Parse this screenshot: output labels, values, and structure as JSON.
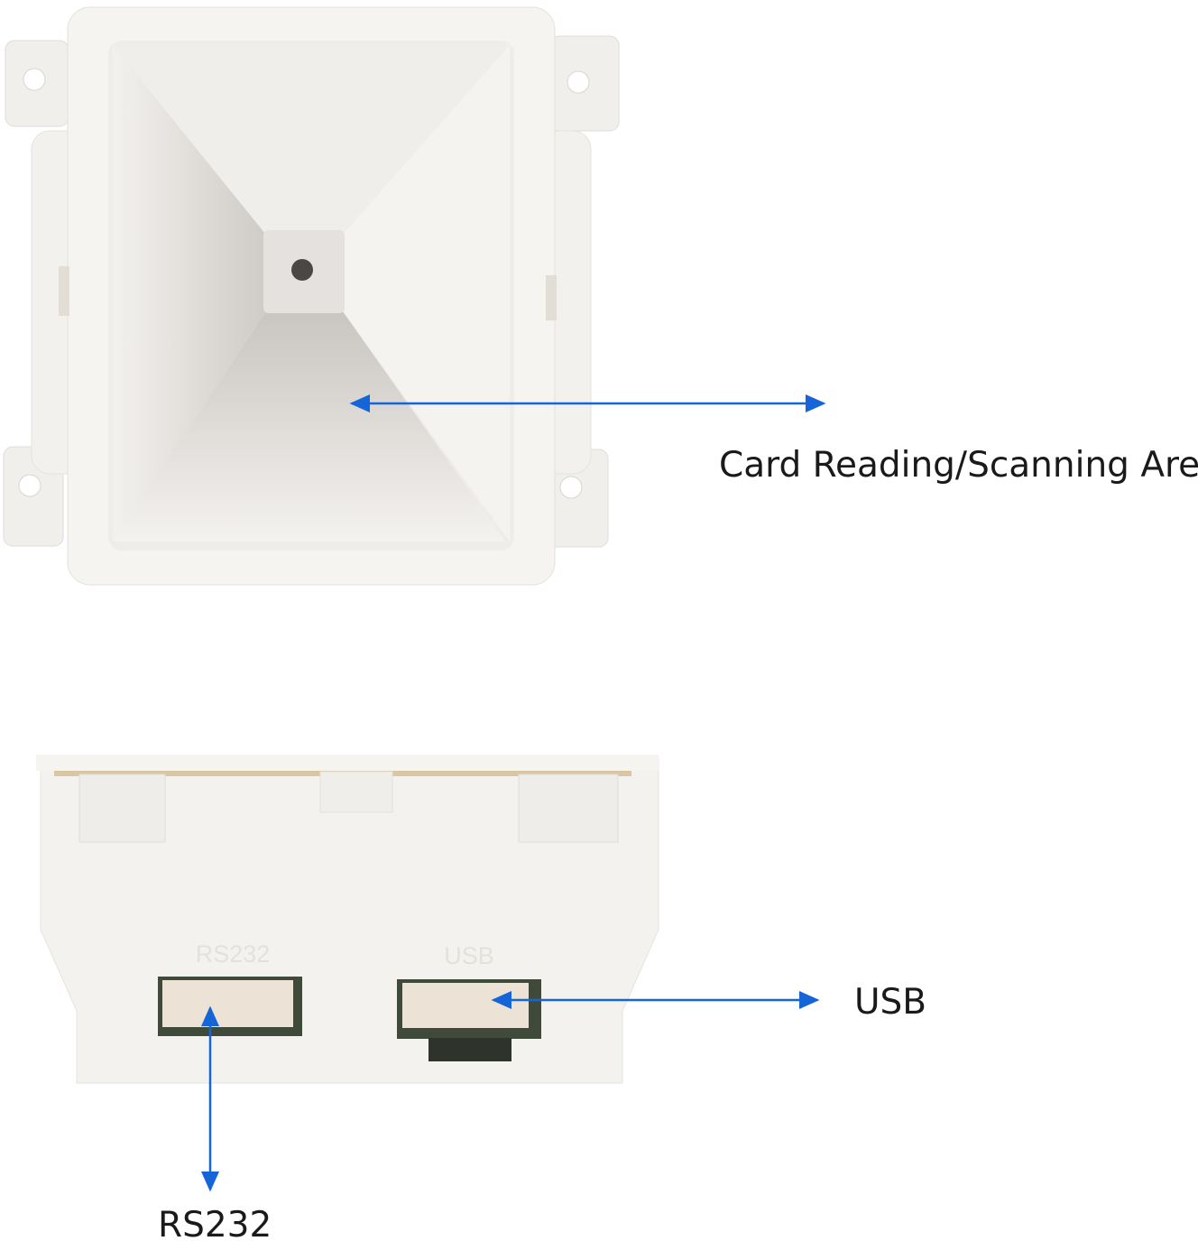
{
  "labels": {
    "scan_area": "Card Reading/Scanning Area",
    "usb": "USB",
    "rs232": "RS232"
  },
  "device_markings": {
    "rs232": "RS232",
    "usb": "USB"
  },
  "colors": {
    "arrow": "#1565d8",
    "device_body": "#f4f2ef",
    "background": "#ffffff"
  }
}
